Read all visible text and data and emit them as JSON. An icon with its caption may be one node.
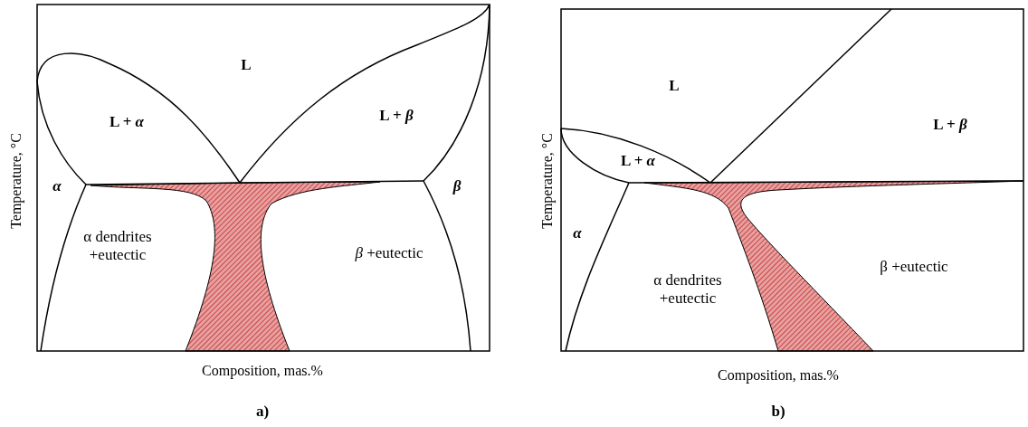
{
  "diagram": {
    "labels": [
      "L",
      "L + *α*",
      "L + *β*",
      "*α*",
      "*β*",
      "α dendrites +eutectic",
      "*β* +eutectic",
      "Temperature, °C",
      "Composition, mas.%",
      "a)",
      "L",
      "L + *β*",
      "L + *α*",
      "*α*",
      "α dendrites +eutectic",
      "β +eutectic",
      "Temperature, °C",
      "Composition, mas.%",
      "b)"
    ]
  }
}
